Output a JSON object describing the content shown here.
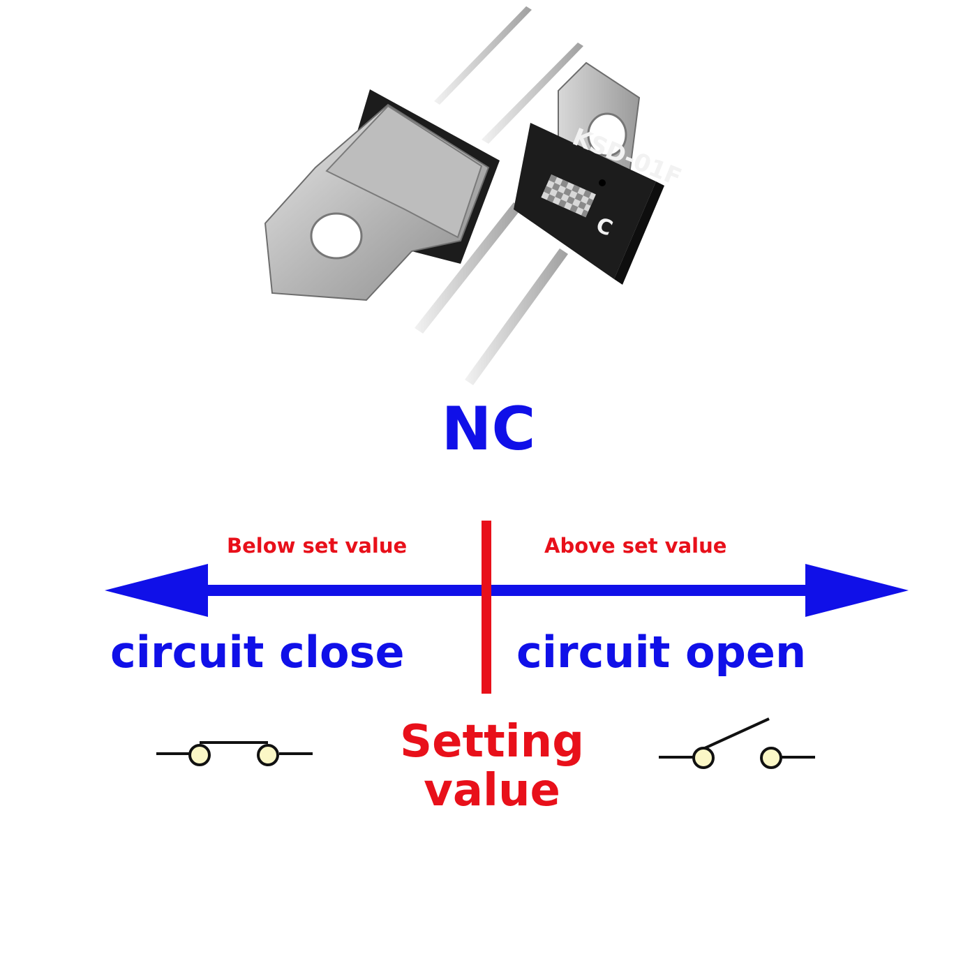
{
  "title": "NC",
  "left_caption": "Below set value",
  "right_caption": "Above set value",
  "left_state": "circuit close",
  "right_state": "circuit open",
  "center_label_line1": "Setting",
  "center_label_line2": "value",
  "product_marking": {
    "model": "KSD-01F",
    "suffix": "C"
  },
  "colors": {
    "blue": "#1010e8",
    "red": "#e8101a",
    "contact_fill": "#fbf7c6",
    "metal": "#c9c9c9",
    "body": "#1c1c1c"
  }
}
